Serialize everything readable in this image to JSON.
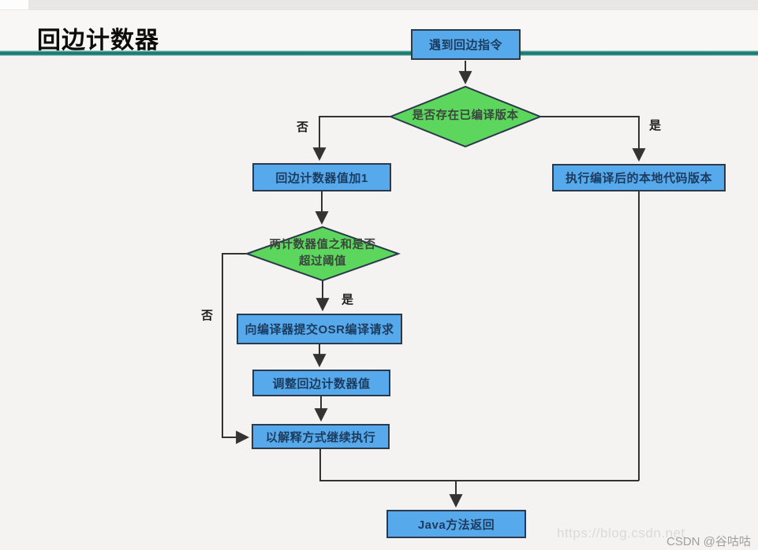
{
  "page": {
    "title": "回边计数器",
    "watermark": {
      "url_text": "https://blog.csdn.net",
      "author_text": "CSDN @谷咕咕"
    }
  },
  "flowchart": {
    "nodes": {
      "start": {
        "type": "process",
        "label": "遇到回边指令"
      },
      "has_compiled": {
        "type": "decision",
        "label": "是否存在已编译版本"
      },
      "increment": {
        "type": "process",
        "label": "回边计数器值加1"
      },
      "exec_native": {
        "type": "process",
        "label": "执行编译后的本地代码版本"
      },
      "over_threshold": {
        "type": "decision",
        "label": "两计数器值之和是否\n超过阈值"
      },
      "submit_osr": {
        "type": "process",
        "label": "向编译器提交OSR编译请求"
      },
      "adjust_counter": {
        "type": "process",
        "label": "调整回边计数器值"
      },
      "interpret": {
        "type": "process",
        "label": "以解释方式继续执行"
      },
      "java_return": {
        "type": "process",
        "label": "Java方法返回"
      }
    },
    "edge_labels": {
      "no_left": "否",
      "yes_right": "是",
      "yes_down": "是",
      "no_loop": "否"
    },
    "colors": {
      "process_fill": "#56a9ea",
      "decision_fill": "#5cd65c",
      "node_border": "#2b3a4a",
      "connector": "#333333",
      "accent_rule": "#1a7d72"
    }
  }
}
